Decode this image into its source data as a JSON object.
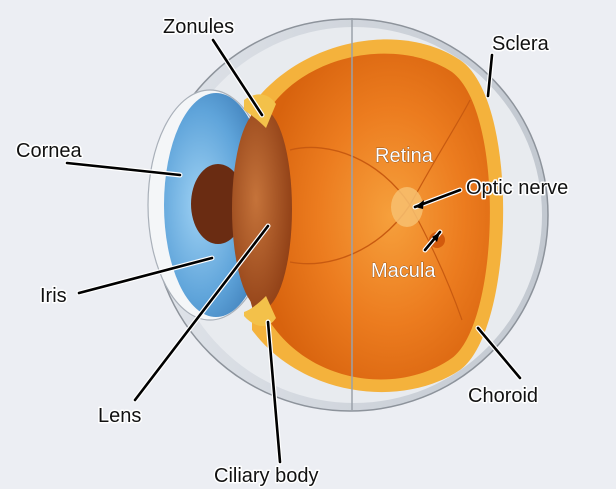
{
  "diagram": {
    "labels": {
      "zonules": "Zonules",
      "sclera": "Sclera",
      "cornea": "Cornea",
      "retina": "Retina",
      "optic_nerve": "Optic nerve",
      "macula": "Macula",
      "iris": "Iris",
      "lens": "Lens",
      "choroid": "Choroid",
      "ciliary_body": "Ciliary body"
    },
    "colors": {
      "background": "#eceef3",
      "sclera": "#d9dde3",
      "choroid": "#f3b03a",
      "retina": "#ea7a1e",
      "iris": "#5aa0d8",
      "pupil": "#6a2c12",
      "lens": "#a04a1a"
    }
  }
}
